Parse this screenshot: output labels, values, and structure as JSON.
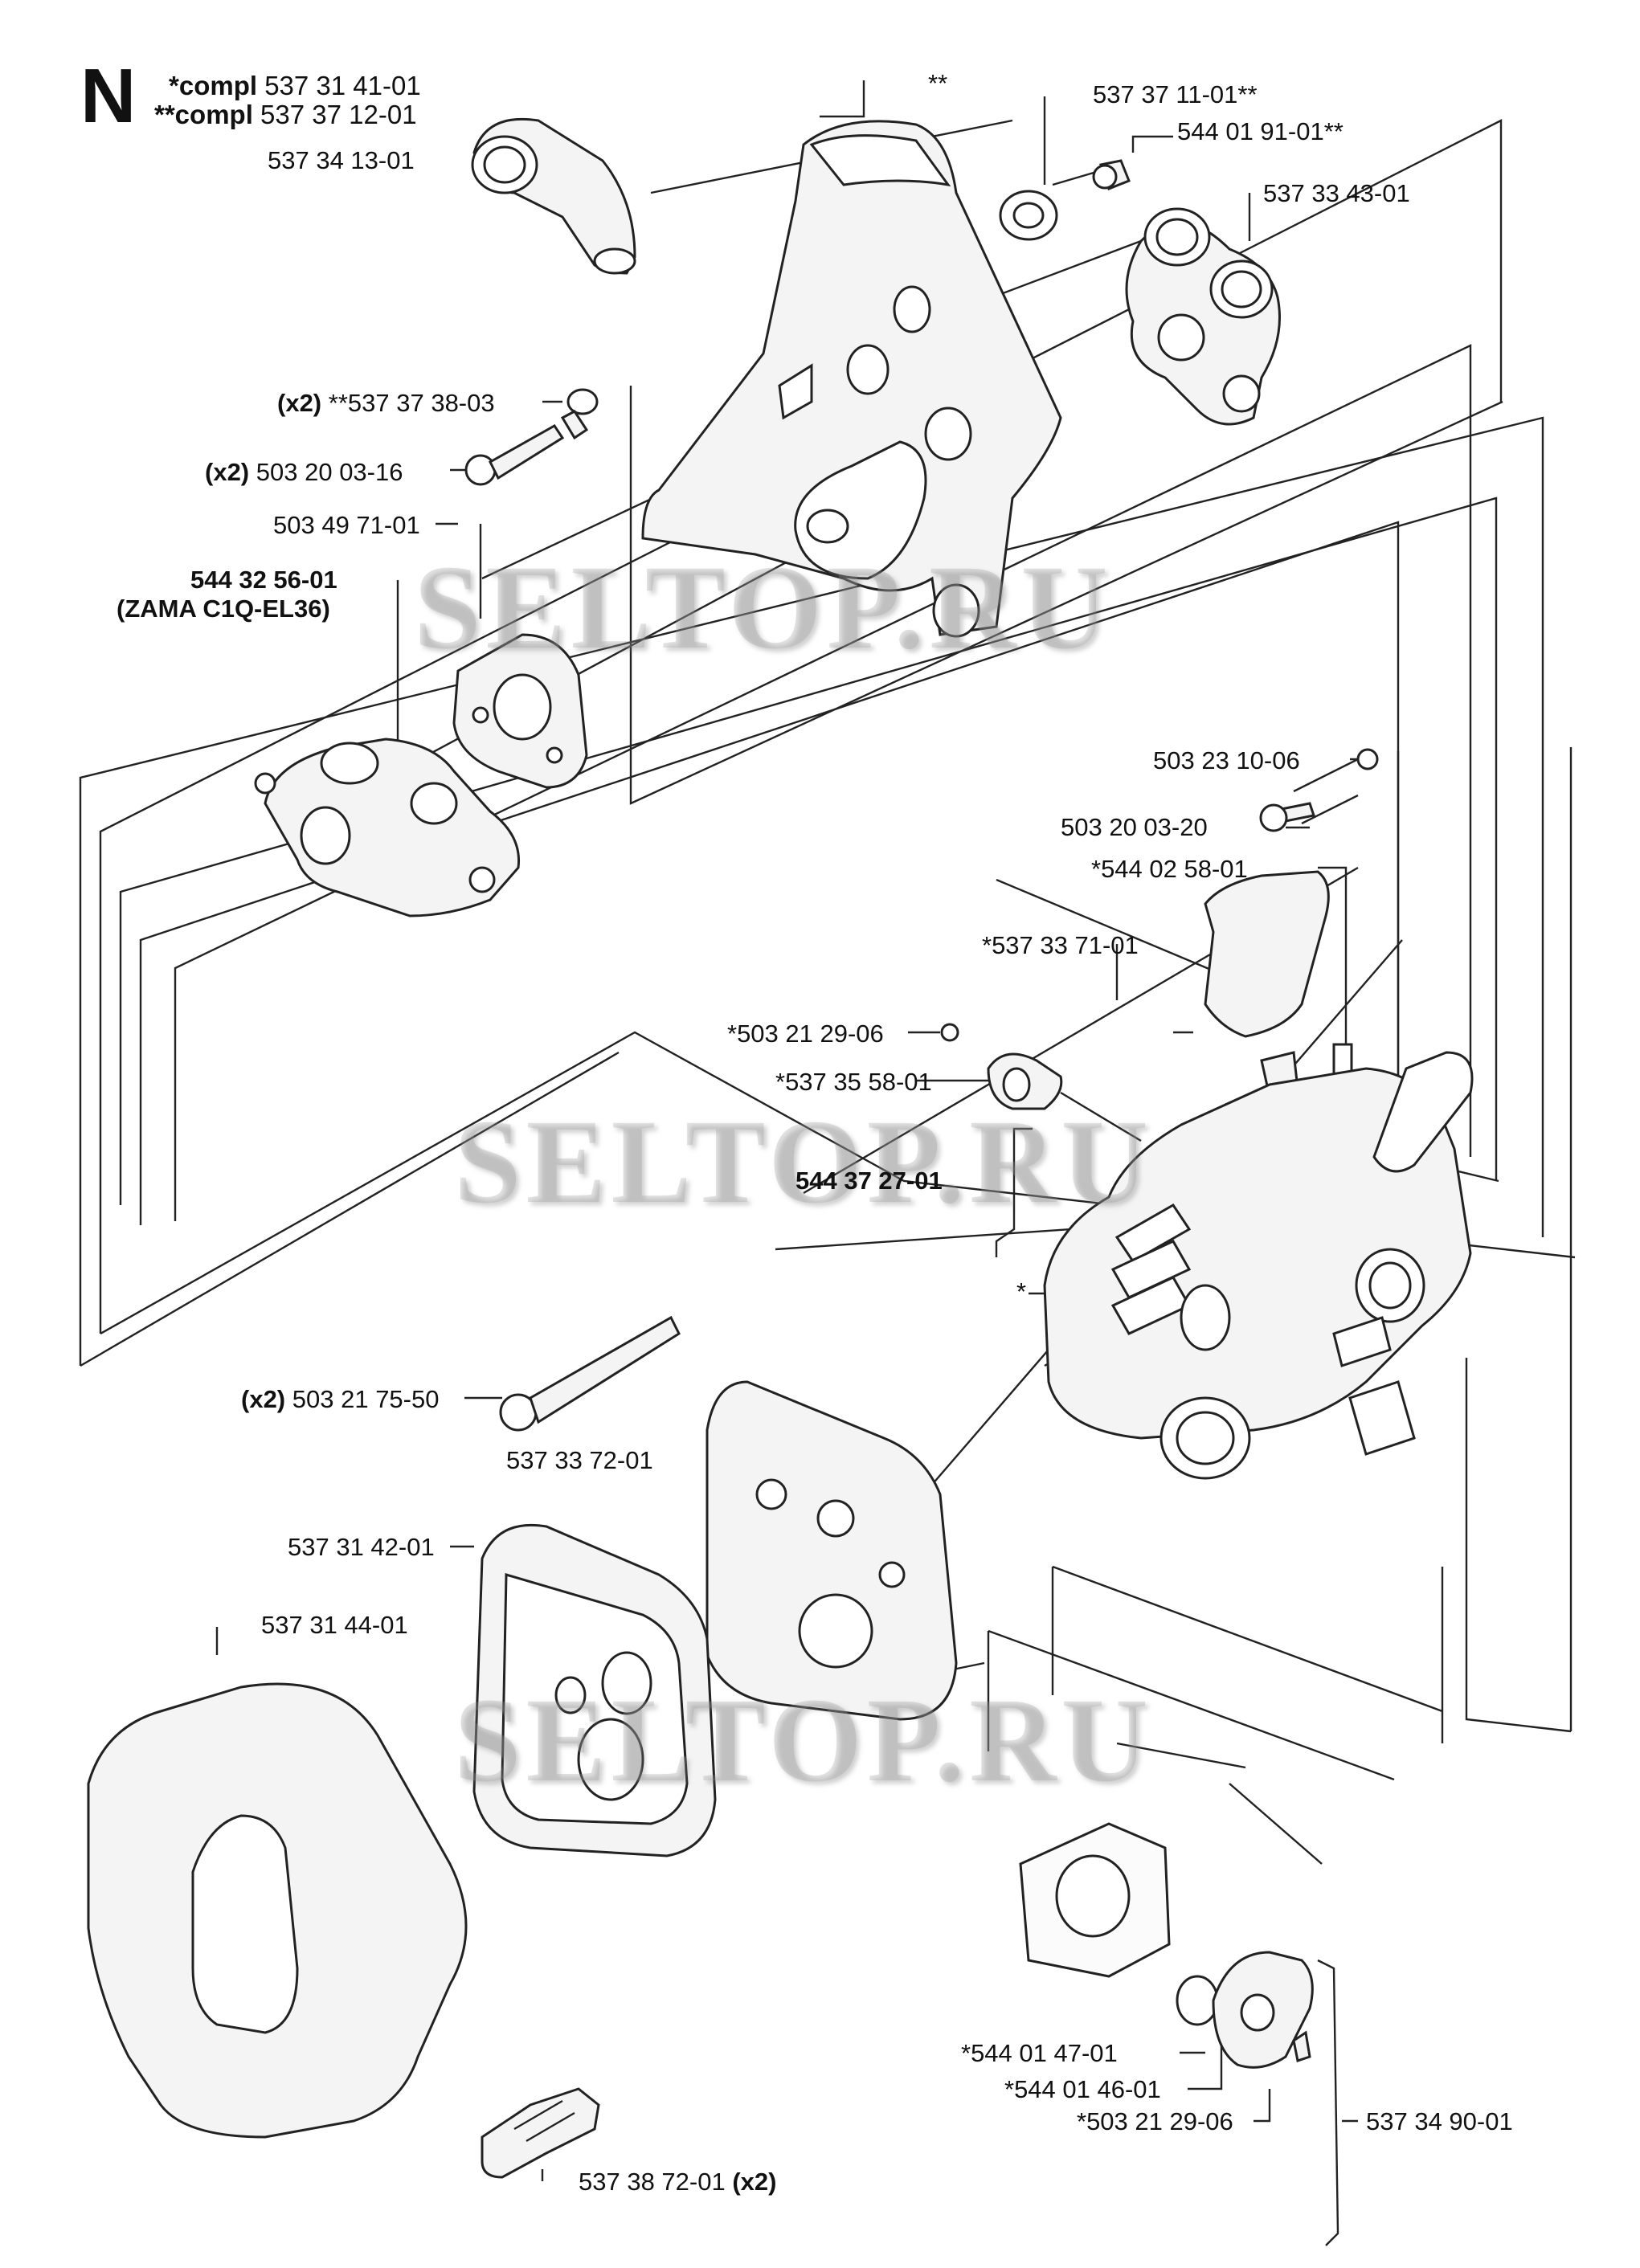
{
  "section_letter": "N",
  "compl": [
    {
      "prefix": "*compl",
      "number": "537 31 41-01"
    },
    {
      "prefix": "**compl",
      "number": "537 37 12-01"
    }
  ],
  "labels": {
    "p537341301": "537 34 13-01",
    "star2": "**",
    "p537371101": "537 37 11-01**",
    "p544019101": "544 01 91-01**",
    "p537334301": "537 33 43-01",
    "x2a": "(x2)",
    "p537373803": "**537 37 38-03",
    "x2b": "(x2)",
    "p503200316": "503 20 03-16",
    "p503497101": "503 49 71-01",
    "p544325601": "544 32 56-01",
    "zama": "(ZAMA C1Q-EL36)",
    "p503231006": "503 23 10-06",
    "p503200320": "503 20 03-20",
    "p544025801": "*544 02 58-01",
    "p537337101": "*537 33 71-01",
    "p503212906a": "*503 21 29-06",
    "p537355801": "*537 35 58-01",
    "p544372701": "544 37 27-01",
    "star1": "*",
    "x2c": "(x2)",
    "p503217550": "503 21 75-50",
    "p537337201": "537 33 72-01",
    "p537314201": "537 31 42-01",
    "p537314401": "537 31 44-01",
    "p544014701": "*544 01 47-01",
    "p544014601": "*544 01 46-01",
    "p503212906b": "*503 21 29-06",
    "p537349001": "537 34 90-01",
    "p537387201": "537 38 72-01",
    "x2d": "(x2)"
  },
  "watermarks": [
    "SELTOP.RU",
    "SELTOP.RU",
    "SELTOP.RU"
  ]
}
